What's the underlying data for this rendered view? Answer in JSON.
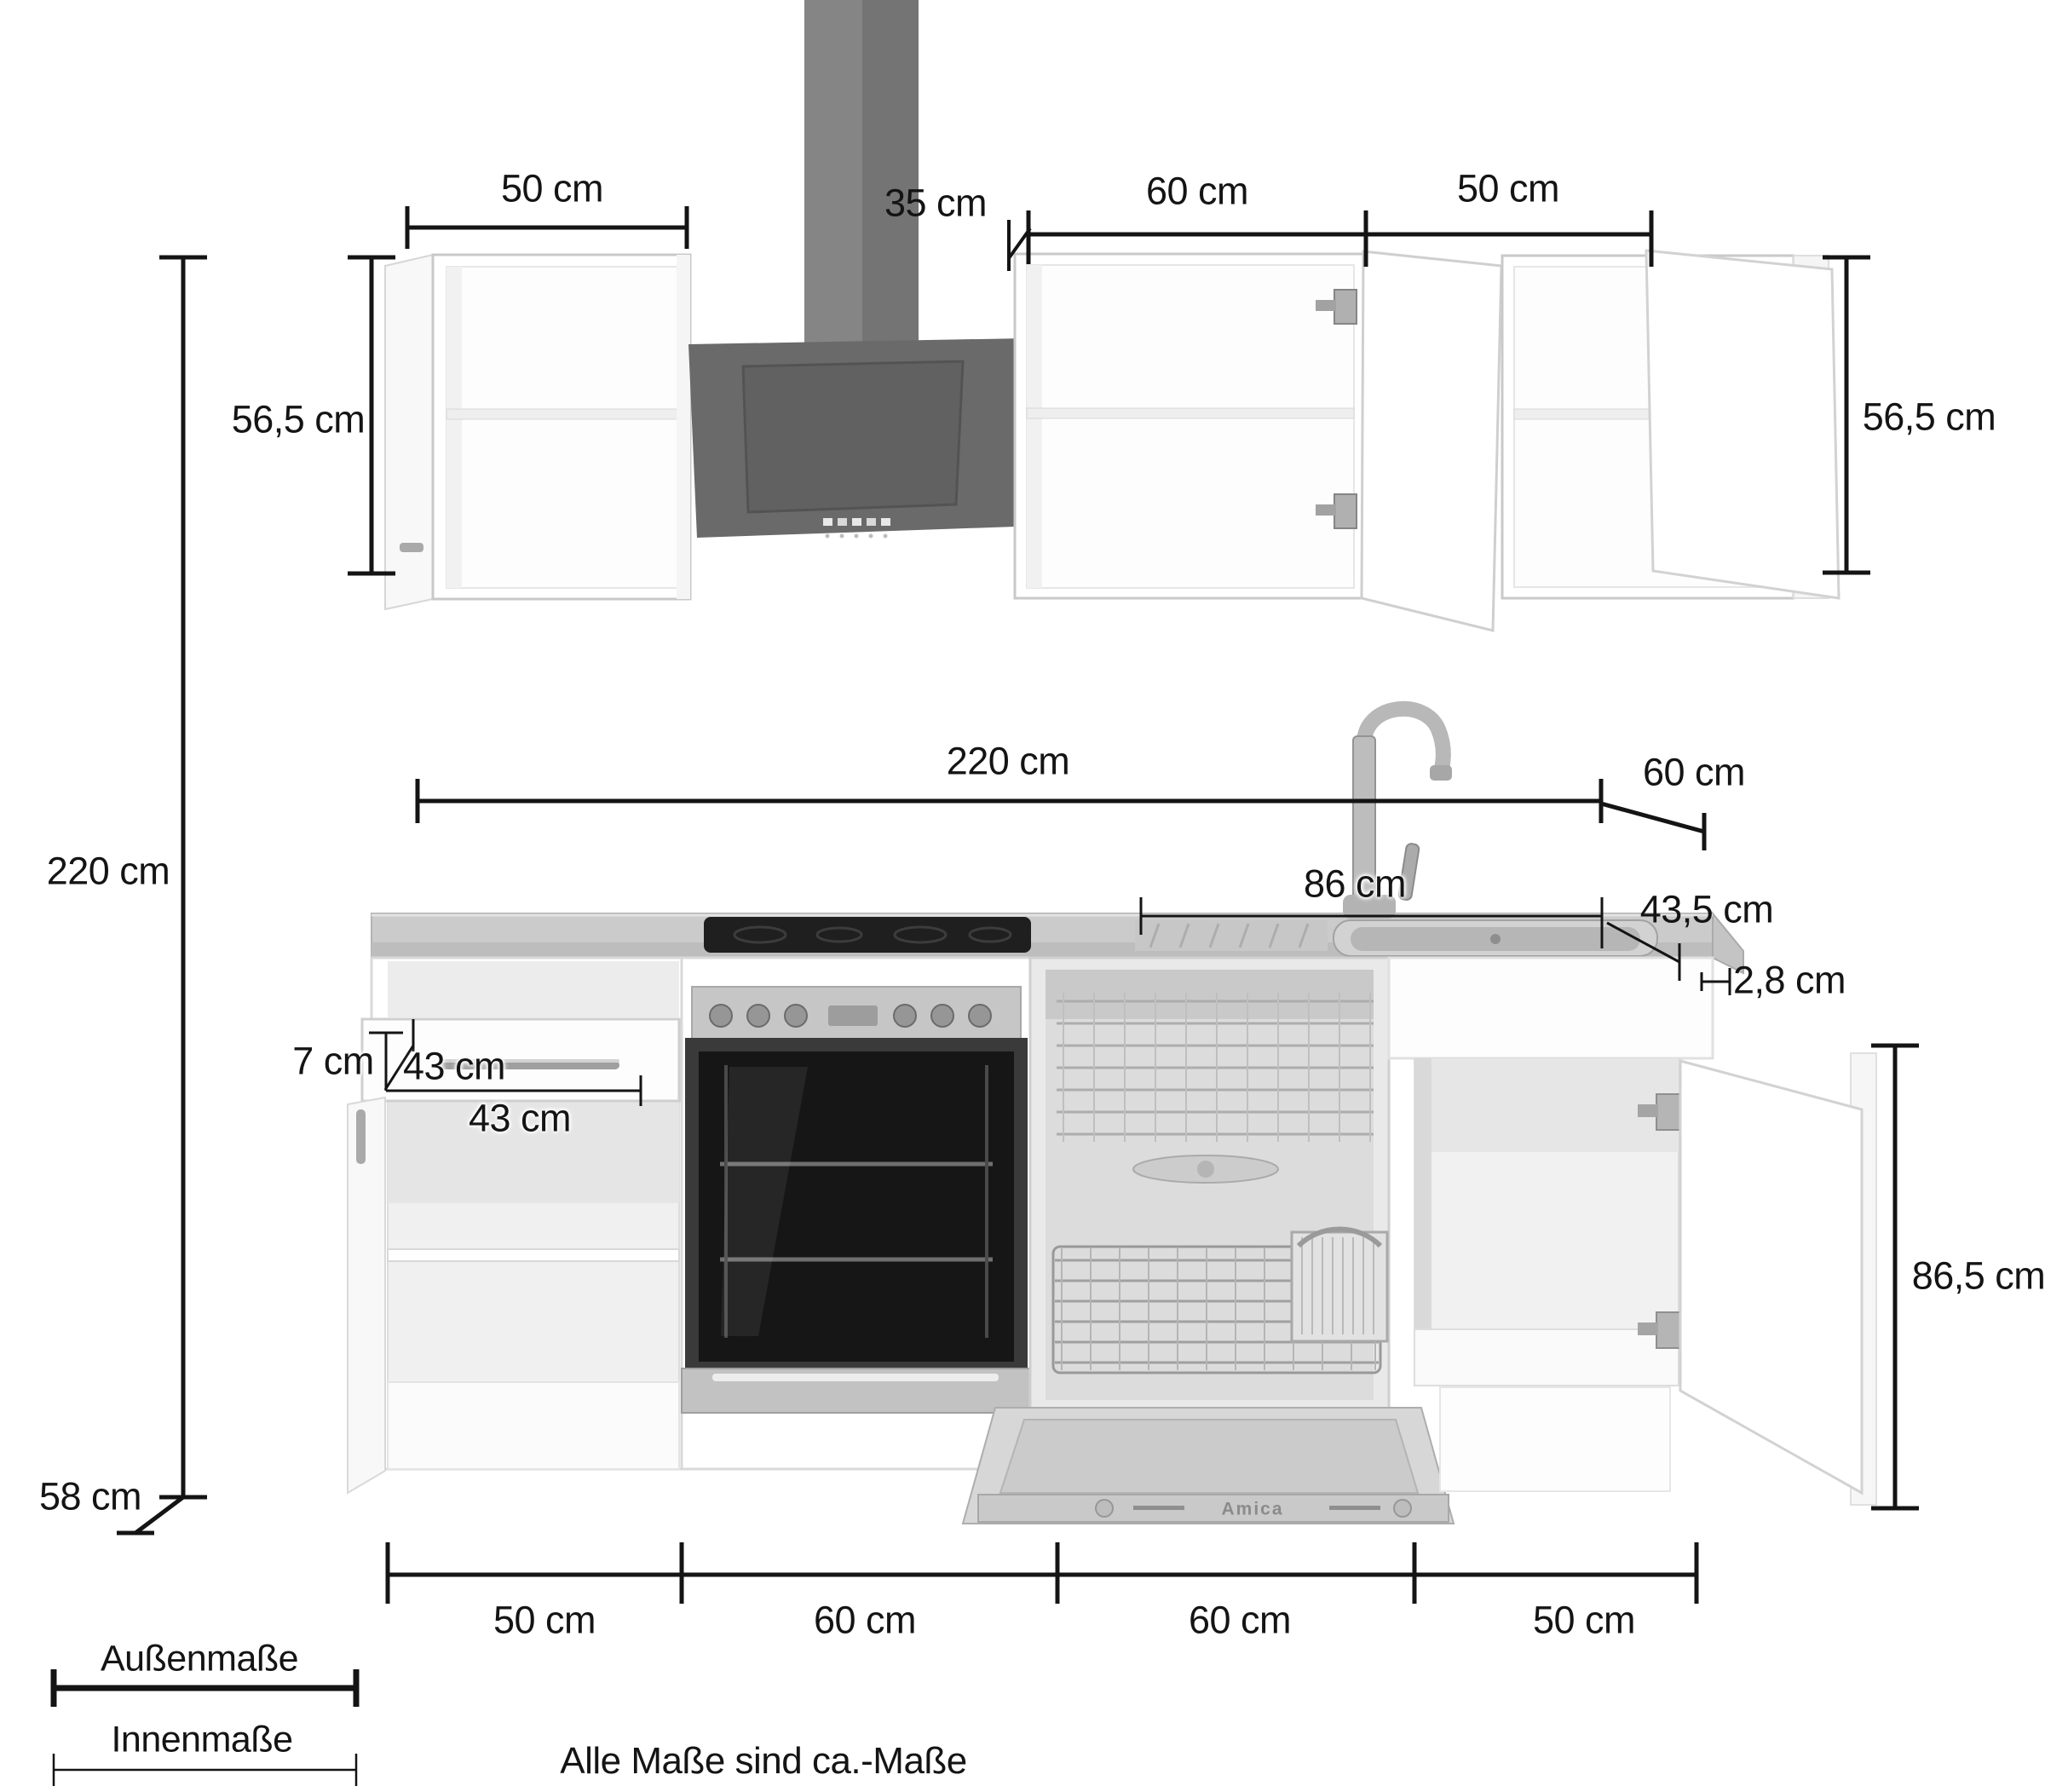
{
  "dimensions": {
    "wall_left_width": "50 cm",
    "hood_width": "35 cm",
    "wall_mid_width": "60 cm",
    "wall_right_width": "50 cm",
    "wall_left_height": "56,5 cm",
    "wall_right_height": "56,5 cm",
    "total_height": "220 cm",
    "worktop_length": "220 cm",
    "worktop_depth": "60 cm",
    "sink_unit_width": "86 cm",
    "sink_depth": "43,5 cm",
    "worktop_thickness": "2,8 cm",
    "drawer_inner_height": "7 cm",
    "drawer_inner_width": "43 cm",
    "drawer_inner_depth": "43 cm",
    "base_unit_height": "86,5 cm",
    "base_depth": "58 cm",
    "base_widths": [
      "50 cm",
      "60 cm",
      "60 cm",
      "50 cm"
    ]
  },
  "legend": {
    "outer_label": "Außenmaße",
    "inner_label": "Innenmaße",
    "note": "Alle Maße sind ca.-Maße"
  },
  "appliances": {
    "dishwasher_brand": "Amica"
  },
  "colors": {
    "line": "#141414",
    "hood_chimney": "#7d7d7d",
    "hood_head": "#6a6a6a",
    "worktop": "#c9c9c9",
    "stainless": "#b8b8b8",
    "oven_cavity": "#161616"
  }
}
